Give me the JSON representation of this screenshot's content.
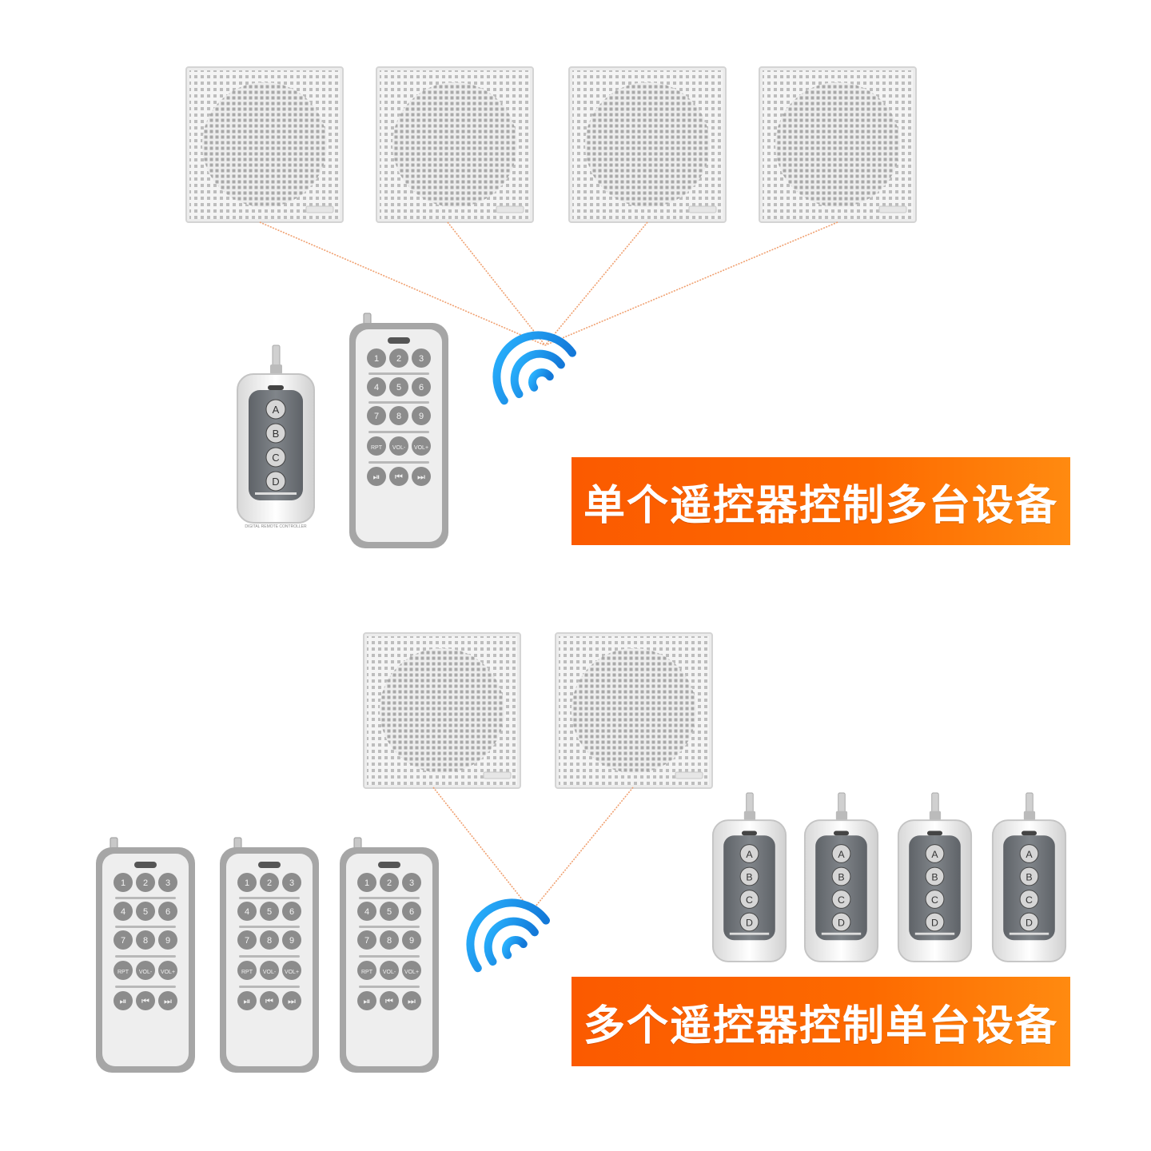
{
  "colors": {
    "banner": "#fd6a00",
    "signal_line": "#f0a070",
    "wifi": "#1a9bf0",
    "speaker_face": "#f2f2f2",
    "remote_frame": "#9a9a9a",
    "remote_face": "#e9e9e9",
    "button_gray": "#8c8c8c",
    "fob_key_face": "#6f7378"
  },
  "section1": {
    "banner": "单个遥控器控制多台设备",
    "speaker_count": 4,
    "remotes": {
      "fob": {
        "buttons": [
          "A",
          "B",
          "C",
          "D"
        ],
        "label": "DIGITAL REMOTE CONTROLLER"
      },
      "keypad": {
        "buttons": [
          "1",
          "2",
          "3",
          "4",
          "5",
          "6",
          "7",
          "8",
          "9",
          "RPT",
          "VOL-",
          "VOL+",
          "⏯",
          "⏮",
          "⏭"
        ]
      }
    }
  },
  "section2": {
    "banner": "多个遥控器控制单台设备",
    "speaker_count": 2,
    "keypad_remote_count": 3,
    "fob_remote_count": 4
  },
  "icons": [
    "speaker-icon",
    "remote-fob-icon",
    "remote-keypad-icon",
    "wifi-signal-icon"
  ]
}
